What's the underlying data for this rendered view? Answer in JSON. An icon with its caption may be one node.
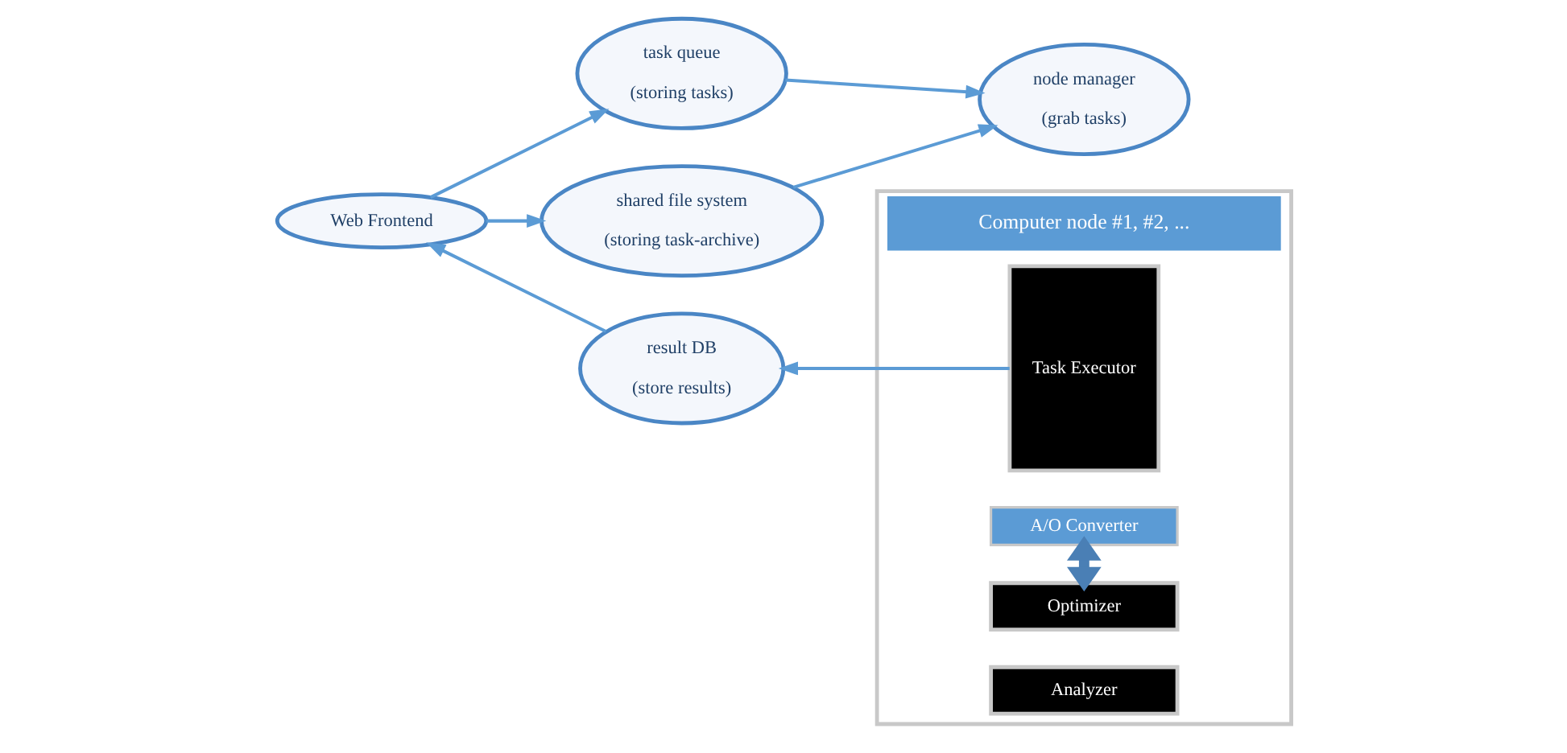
{
  "diagram": {
    "nodes": [
      {
        "text": [
          "Web Frontend"
        ]
      },
      {
        "text": [
          "task queue",
          "(storing tasks)"
        ]
      },
      {
        "text": [
          "shared file system",
          "(storing task-archive)"
        ]
      },
      {
        "text": [
          "node manager",
          "(grab tasks)"
        ]
      },
      {
        "text": [
          "result DB",
          "(store results)"
        ]
      },
      {
        "text": [
          "Computer node #1, #2, ..."
        ]
      },
      {
        "text": [
          "Task Executor"
        ],
        "in": 5
      },
      {
        "text": [
          "Optimizer"
        ],
        "in": 5
      },
      {
        "text": [
          "A/O Converter"
        ],
        "in": 5
      },
      {
        "text": [
          "Analyzer"
        ],
        "in": 5
      }
    ],
    "edges": [
      {
        "from": 0,
        "to": 1,
        "arrow": "to"
      },
      {
        "from": 0,
        "to": 2,
        "arrow": "to"
      },
      {
        "from": 1,
        "to": 3,
        "arrow": "to"
      },
      {
        "from": 2,
        "to": 3,
        "arrow": "to"
      },
      {
        "from": 6,
        "to": 4,
        "arrow": "to"
      },
      {
        "from": 4,
        "to": 0,
        "arrow": "to"
      },
      {
        "from": 7,
        "to": 8,
        "arrow": "both",
        "style": "thick",
        "color": "#4a7fb5"
      }
    ]
  }
}
